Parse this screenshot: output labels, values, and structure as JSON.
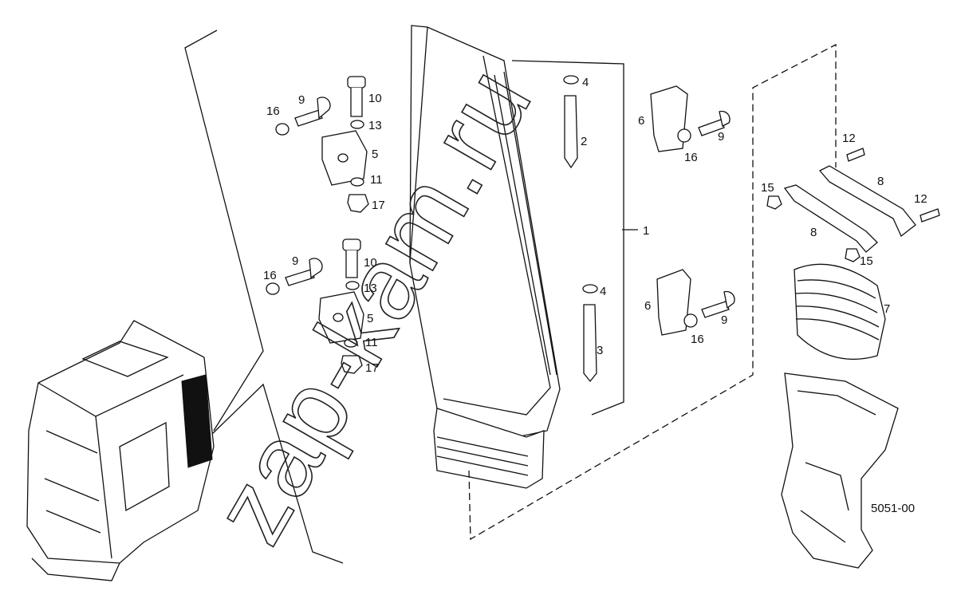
{
  "diagram": {
    "drawing_code": "5051-00",
    "watermark": "zap-kam.ru",
    "callouts": [
      {
        "id": "c1",
        "text": "1"
      },
      {
        "id": "c2",
        "text": "2"
      },
      {
        "id": "c3",
        "text": "3"
      },
      {
        "id": "c4a",
        "text": "4"
      },
      {
        "id": "c4b",
        "text": "4"
      },
      {
        "id": "c5a",
        "text": "5"
      },
      {
        "id": "c5b",
        "text": "5"
      },
      {
        "id": "c6a",
        "text": "6"
      },
      {
        "id": "c6b",
        "text": "6"
      },
      {
        "id": "c7",
        "text": "7"
      },
      {
        "id": "c8a",
        "text": "8"
      },
      {
        "id": "c8b",
        "text": "8"
      },
      {
        "id": "c9a",
        "text": "9"
      },
      {
        "id": "c9b",
        "text": "9"
      },
      {
        "id": "c9c",
        "text": "9"
      },
      {
        "id": "c9d",
        "text": "9"
      },
      {
        "id": "c10a",
        "text": "10"
      },
      {
        "id": "c10b",
        "text": "10"
      },
      {
        "id": "c11a",
        "text": "11"
      },
      {
        "id": "c11b",
        "text": "11"
      },
      {
        "id": "c12a",
        "text": "12"
      },
      {
        "id": "c12b",
        "text": "12"
      },
      {
        "id": "c13a",
        "text": "13"
      },
      {
        "id": "c13b",
        "text": "13"
      },
      {
        "id": "c15a",
        "text": "15"
      },
      {
        "id": "c15b",
        "text": "15"
      },
      {
        "id": "c16a",
        "text": "16"
      },
      {
        "id": "c16b",
        "text": "16"
      },
      {
        "id": "c16c",
        "text": "16"
      },
      {
        "id": "c16d",
        "text": "16"
      },
      {
        "id": "c17a",
        "text": "17"
      },
      {
        "id": "c17b",
        "text": "17"
      }
    ]
  }
}
